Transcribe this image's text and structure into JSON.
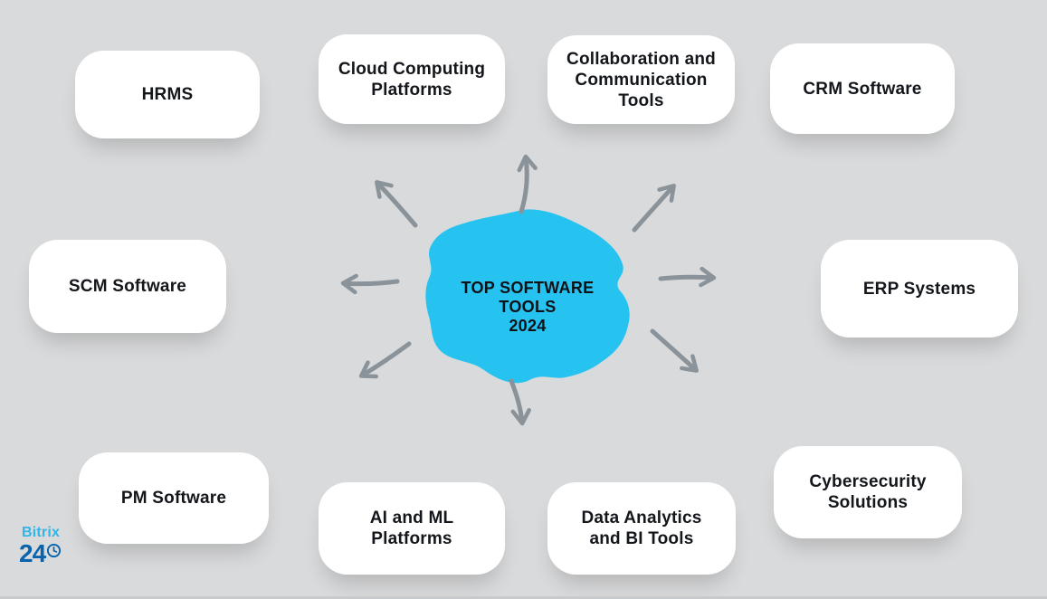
{
  "page": {
    "background_color": "#d9dadb",
    "type": "mind-map-infographic"
  },
  "center": {
    "label": "TOP SOFTWARE\nTOOLS\n2024",
    "blob_color": "#27c3f0",
    "text_color": "#0e1116"
  },
  "arrows": {
    "color": "#8a929a",
    "count": 8,
    "directions": [
      "up",
      "up-left",
      "up-right",
      "left",
      "right",
      "down-left",
      "down-right",
      "down"
    ]
  },
  "nodes": [
    {
      "id": "hrms",
      "label": "HRMS"
    },
    {
      "id": "cloud-computing",
      "label": "Cloud Computing\nPlatforms"
    },
    {
      "id": "collaboration",
      "label": "Collaboration and\nCommunication\nTools"
    },
    {
      "id": "crm",
      "label": "CRM Software"
    },
    {
      "id": "scm",
      "label": "SCM Software"
    },
    {
      "id": "erp",
      "label": "ERP Systems"
    },
    {
      "id": "pm",
      "label": "PM Software"
    },
    {
      "id": "ai-ml",
      "label": "AI and ML\nPlatforms"
    },
    {
      "id": "data-analytics",
      "label": "Data Analytics\nand BI Tools"
    },
    {
      "id": "cybersecurity",
      "label": "Cybersecurity\nSolutions"
    }
  ],
  "branding": {
    "name_top": "Bitrix",
    "name_number": "24",
    "color_top": "#2fb5ea",
    "color_number": "#0b63ac"
  }
}
